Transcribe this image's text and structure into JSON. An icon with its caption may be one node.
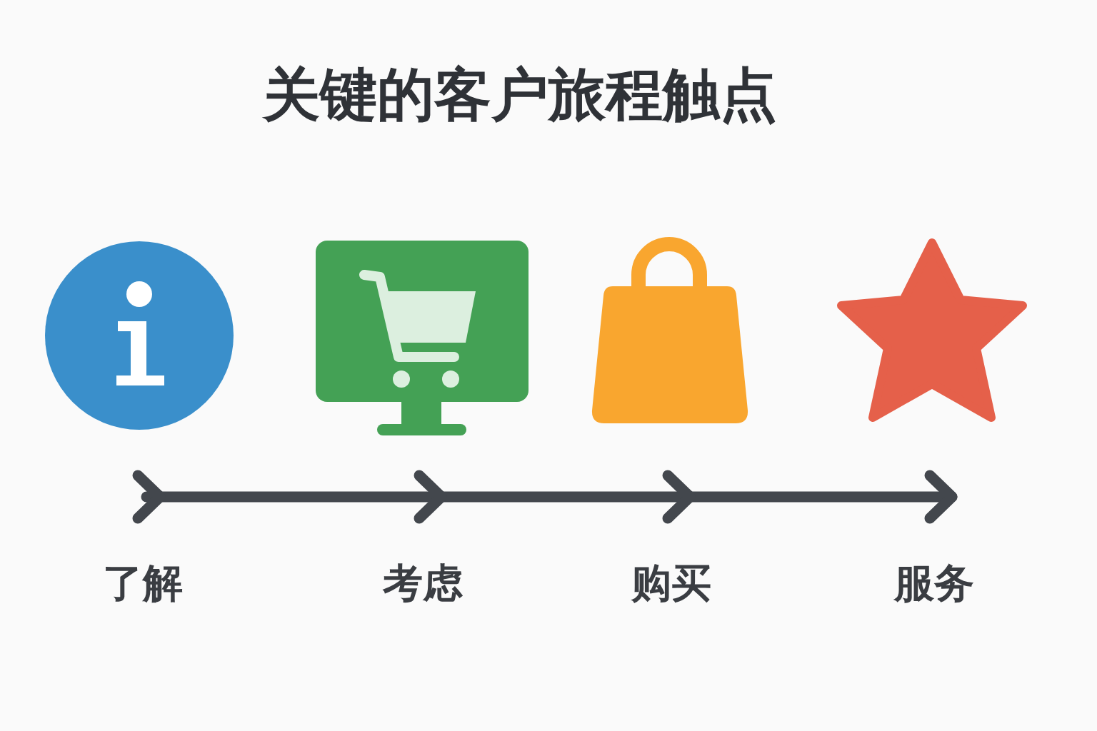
{
  "diagram": {
    "title": "关键的客户旅程触点",
    "labels": [
      "了解",
      "考虑",
      "购买",
      "服务"
    ]
  }
}
